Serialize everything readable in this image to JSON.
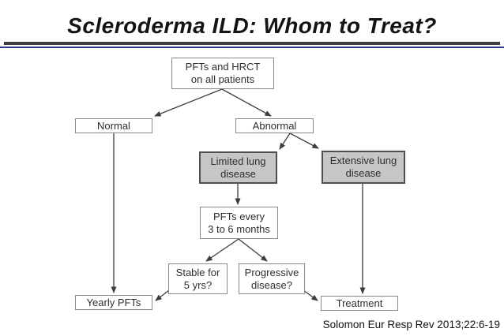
{
  "slide": {
    "title": "Scleroderma ILD: Whom to Treat?",
    "citation": "Solomon Eur Resp Rev 2013;22:6-19"
  },
  "flowchart": {
    "nodes": {
      "pfts_hrct": {
        "lines": [
          "PFTs and HRCT",
          "on all patients"
        ],
        "style": "plain"
      },
      "normal": {
        "lines": [
          "Normal"
        ],
        "style": "plain"
      },
      "abnormal": {
        "lines": [
          "Abnormal"
        ],
        "style": "plain"
      },
      "limited": {
        "lines": [
          "Limited lung",
          "disease"
        ],
        "style": "shaded"
      },
      "extensive": {
        "lines": [
          "Extensive lung",
          "disease"
        ],
        "style": "shaded"
      },
      "pfts_every": {
        "lines": [
          "PFTs every",
          "3 to 6 months"
        ],
        "style": "plain"
      },
      "stable": {
        "lines": [
          "Stable for",
          "5 yrs?"
        ],
        "style": "plain"
      },
      "progressive": {
        "lines": [
          "Progressive",
          "disease?"
        ],
        "style": "plain"
      },
      "yearly": {
        "lines": [
          "Yearly PFTs"
        ],
        "style": "plain"
      },
      "treatment": {
        "lines": [
          "Treatment"
        ],
        "style": "plain"
      }
    },
    "edges": [
      {
        "from": "pfts_hrct",
        "to": "normal"
      },
      {
        "from": "pfts_hrct",
        "to": "abnormal"
      },
      {
        "from": "abnormal",
        "to": "limited"
      },
      {
        "from": "abnormal",
        "to": "extensive"
      },
      {
        "from": "limited",
        "to": "pfts_every"
      },
      {
        "from": "pfts_every",
        "to": "stable"
      },
      {
        "from": "pfts_every",
        "to": "progressive"
      },
      {
        "from": "normal",
        "to": "yearly"
      },
      {
        "from": "stable",
        "to": "yearly"
      },
      {
        "from": "progressive",
        "to": "treatment"
      },
      {
        "from": "extensive",
        "to": "treatment"
      }
    ]
  },
  "colors": {
    "shaded_node_fill": "#c6c6c6",
    "shaded_node_border": "#4f4f4f",
    "plain_node_border": "#8a8a8a",
    "arrow": "#3c3c3c",
    "title_text": "#141414",
    "title_rule_top": "#3d3d3d",
    "title_rule_bottom": "#333388",
    "node_text": "#2e2e2e",
    "background": "#ffffff"
  }
}
